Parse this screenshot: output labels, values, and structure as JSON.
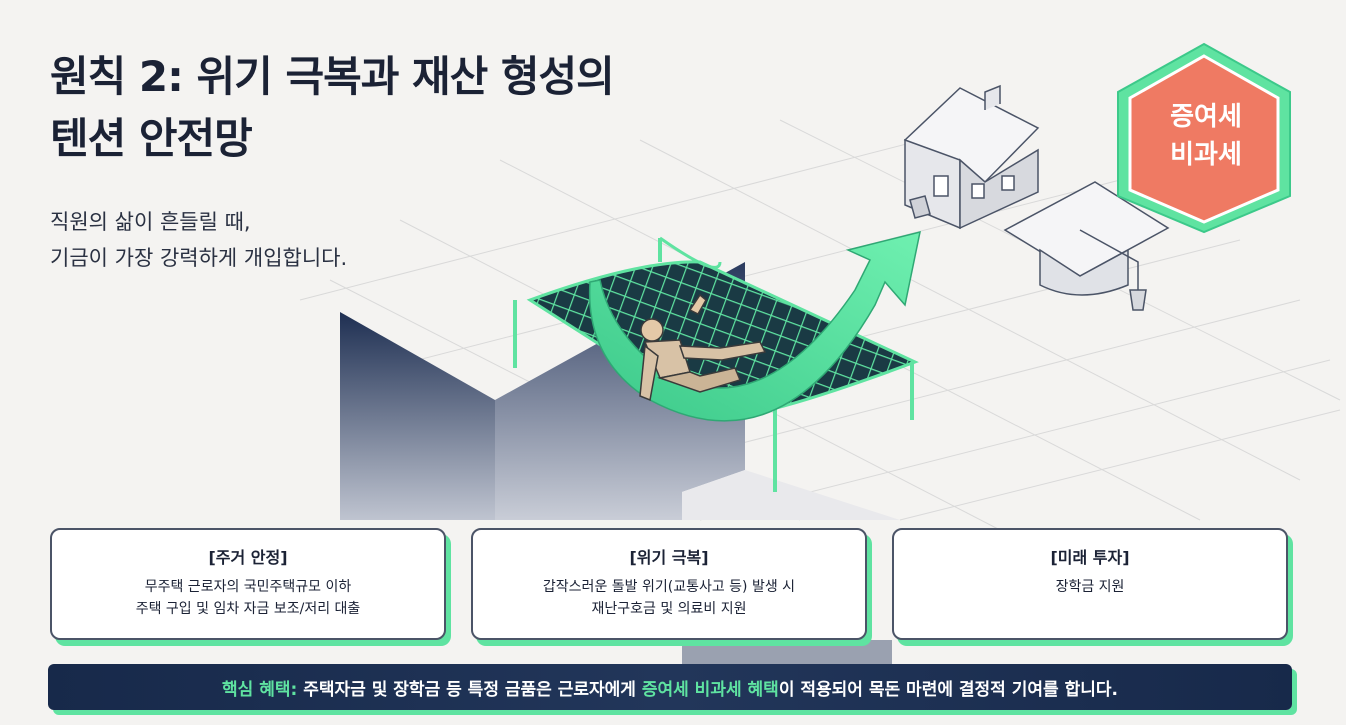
{
  "title": {
    "line1": "원칙 2: 위기 극복과 재산 형성의",
    "line2": "텐션 안전망"
  },
  "subtitle": {
    "line1": "직원의 삶이 흔들릴 때,",
    "line2": "기금이 가장 강력하게 개입합니다."
  },
  "badge": {
    "line1": "증여세",
    "line2": "비과세"
  },
  "cards": [
    {
      "title": "[주거 안정]",
      "lines": [
        "무주택 근로자의 국민주택규모 이하",
        "주택 구입 및 임차 자금 보조/저리 대출"
      ]
    },
    {
      "title": "[위기 극복]",
      "lines": [
        "갑작스러운 돌발 위기(교통사고 등) 발생 시",
        "재난구호금 및 의료비 지원"
      ]
    },
    {
      "title": "[미래 투자]",
      "lines": [
        "장학금 지원"
      ]
    }
  ],
  "benefit": {
    "label": "핵심 혜택:",
    "text1": " 주택자금 및 장학금 등 특정 금품은 근로자에게 ",
    "highlight": "증여세 비과세 혜택",
    "text2": "이 적용되어 목돈 마련에 결정적 기여를 합니다."
  },
  "colors": {
    "navy": "#1b2235",
    "accent_green": "#5fe3a1",
    "badge_coral": "#ef7a63"
  },
  "icons": [
    "house-icon",
    "graduation-cap-icon",
    "safety-net-icon",
    "falling-person-icon",
    "growth-arrow-icon",
    "hexagon-badge-icon"
  ]
}
